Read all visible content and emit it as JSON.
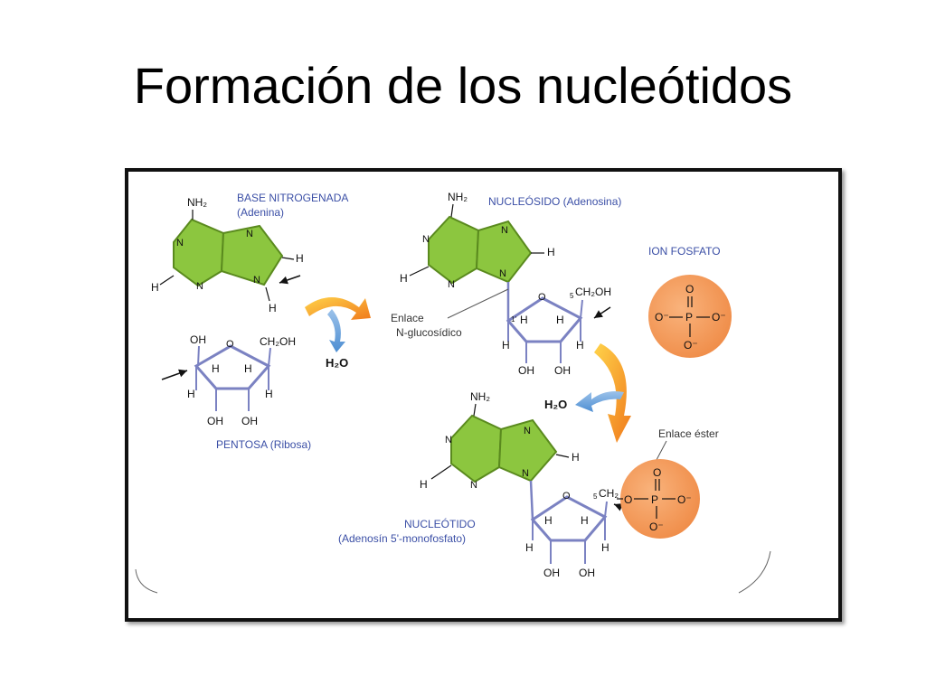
{
  "title": "Formación de los nucleótidos",
  "labels": {
    "base": "BASE NITROGENADA",
    "base_name": "(Adenina)",
    "pentose": "PENTOSA  (Ribosa)",
    "nucleoside": "NUCLEÓSIDO  (Adenosina)",
    "ion": "ION FOSFATO",
    "nucleotide": "NUCLEÓTIDO",
    "nucleotide_name": "(Adenosín 5'-monofosfato)",
    "glyco_bond_1": "Enlace",
    "glyco_bond_2": "N-glucosídico",
    "ester_bond": "Enlace éster"
  },
  "molecules": {
    "water": "H₂O"
  },
  "atoms": {
    "N": "N",
    "H": "H",
    "O": "O",
    "P": "P",
    "OH": "OH",
    "NH2": "NH₂",
    "CH2OH": "CH₂OH",
    "CH2": "CH₂",
    "O_minus": "O⁻",
    "five": "5",
    "one": "1'"
  },
  "colors": {
    "ring_fill": "#8cc63f",
    "sugar_bond": "#7b82c2",
    "phosphate": "#f4a262",
    "label": "#3b4fa6",
    "arrow_orange": "#f39c2a",
    "arrow_blue": "#6aa0d8"
  }
}
